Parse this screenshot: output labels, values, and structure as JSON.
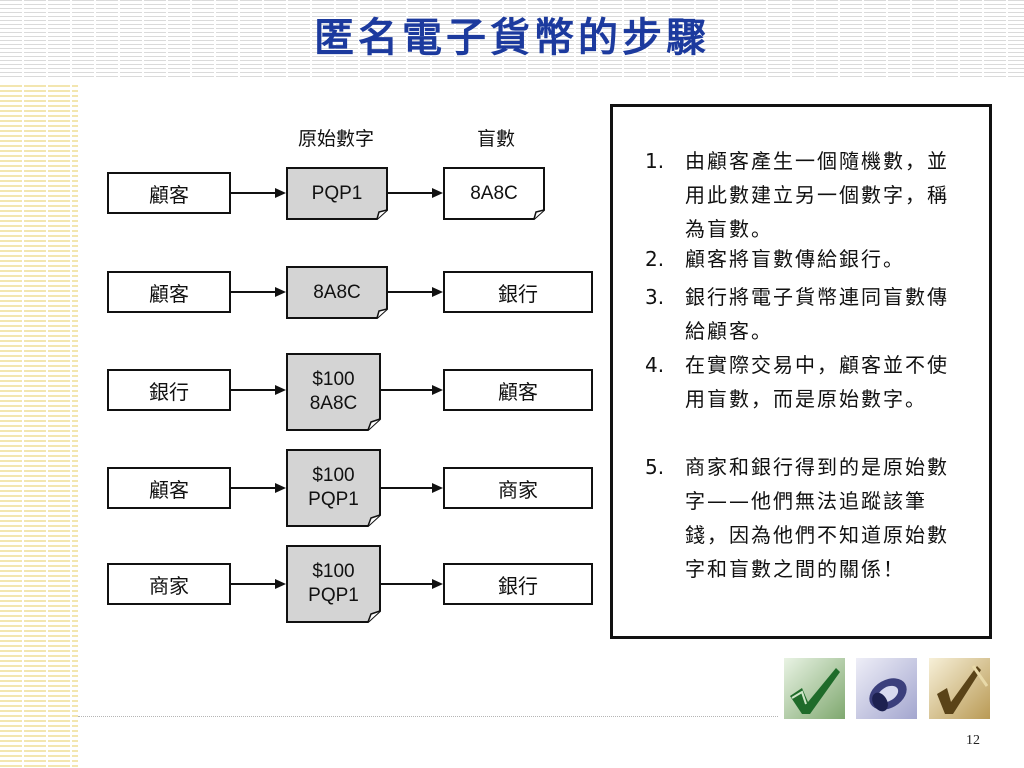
{
  "title": "匿名電子貨幣的步驟",
  "page_number": "12",
  "diagram": {
    "headers": {
      "original": "原始數字",
      "blind": "盲數"
    },
    "rows": [
      {
        "left": "顧客",
        "doc_lines": [
          "PQP1"
        ],
        "right": "8A8C",
        "right_style": "doc"
      },
      {
        "left": "顧客",
        "doc_lines": [
          "8A8C"
        ],
        "right": "銀行",
        "right_style": "box"
      },
      {
        "left": "銀行",
        "doc_lines": [
          "$100",
          "8A8C"
        ],
        "right": "顧客",
        "right_style": "box"
      },
      {
        "left": "顧客",
        "doc_lines": [
          "$100",
          "PQP1"
        ],
        "right": "商家",
        "right_style": "box"
      },
      {
        "left": "商家",
        "doc_lines": [
          "$100",
          "PQP1"
        ],
        "right": "銀行",
        "right_style": "box"
      }
    ]
  },
  "steps": [
    {
      "num": "1.",
      "text": "由顧客產生一個隨機數，並用此數建立另一個數字，稱為盲數。"
    },
    {
      "num": "2.",
      "text": "顧客將盲數傳給銀行。"
    },
    {
      "num": "3.",
      "text": "銀行將電子貨幣連同盲數傳給顧客。"
    },
    {
      "num": "4.",
      "text": "在實際交易中，顧客並不使用盲數，而是原始數字。"
    },
    {
      "num": "5.",
      "text": "商家和銀行得到的是原始數字——他們無法追蹤該筆錢，因為他們不知道原始數字和盲數之間的關係！"
    }
  ],
  "colors": {
    "title": "#1c3a9e",
    "doc_fill": "#d4d4d4",
    "left_stripe": "#f3e6b0"
  },
  "icons": [
    "check-mark-icon",
    "disc-icon",
    "check-mark-gold-icon"
  ]
}
